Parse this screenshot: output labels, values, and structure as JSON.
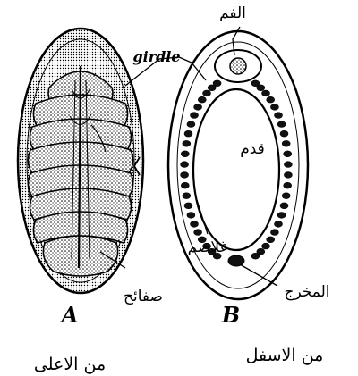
{
  "diagram": {
    "labels": {
      "mouth": "الفم",
      "girdle": "girdle",
      "foot": "قدم",
      "gills": "غلاصم",
      "anus": "المخرج",
      "plates": "صفائح",
      "figure_a": "A",
      "figure_b": "B"
    },
    "captions": {
      "dorsal_view": "من الاعلى",
      "ventral_view": "من الاسفل"
    }
  }
}
